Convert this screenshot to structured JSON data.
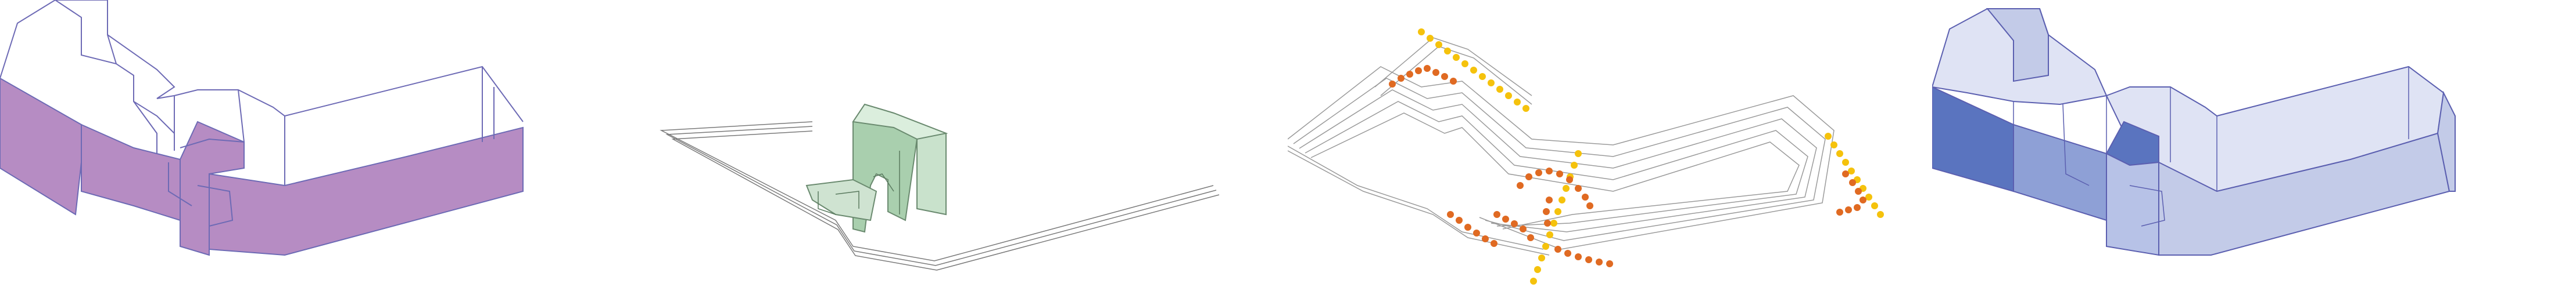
{
  "figure": {
    "panels": [
      {
        "id": "purple-facade-massing",
        "fill": "#b68cc3",
        "stroke": "#6d6ab5"
      },
      {
        "id": "green-core-massing",
        "fill": "#a9cfae",
        "stroke": "#6a8a6f"
      },
      {
        "id": "site-contours-dotted-paths",
        "dots_primary": "#f5c20c",
        "dots_secondary": "#e06a22",
        "stroke": "#9a9a9a"
      },
      {
        "id": "blue-volume-massing",
        "fill": "#c3cbe8",
        "fill_dark": "#5a74bf",
        "stroke": "#5b5fb0"
      }
    ]
  }
}
